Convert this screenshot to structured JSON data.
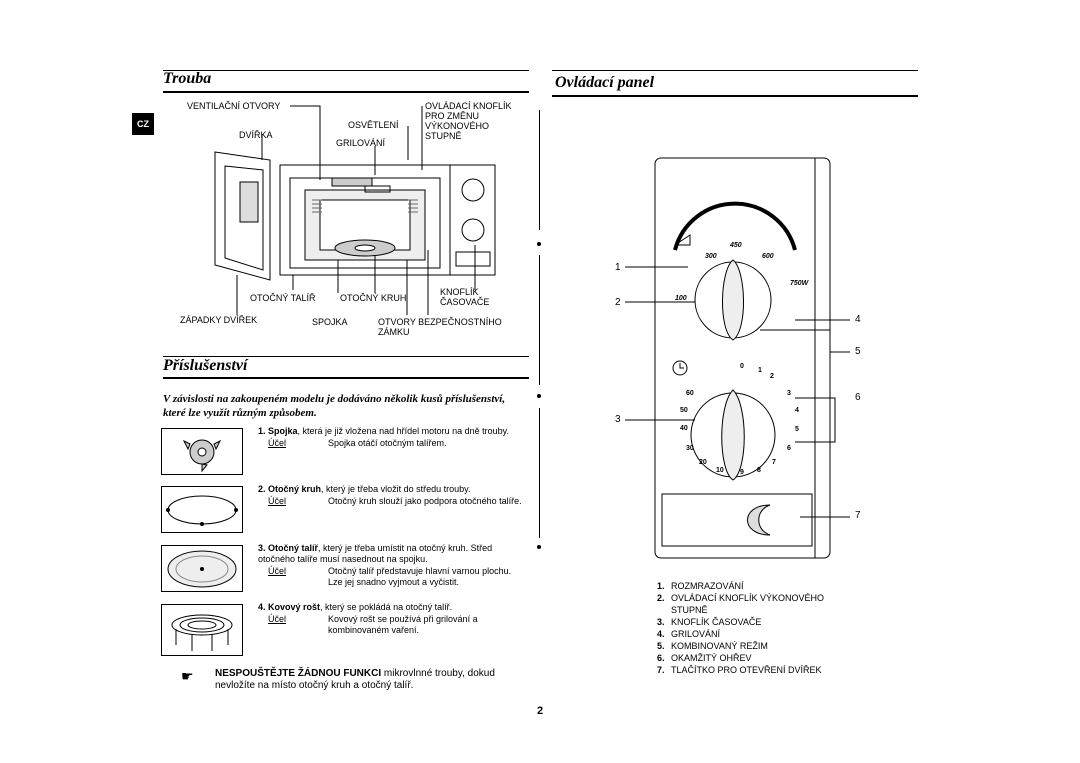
{
  "sections": {
    "oven_title": "Trouba",
    "panel_title": "Ovládací panel",
    "accessories_title": "Příslušenství"
  },
  "language_tab": "CZ",
  "oven_labels": {
    "vents": "VENTILAČNÍ OTVORY",
    "light": "OSVĚTLENÍ",
    "power_knob": "OVLÁDACÍ KNOFLÍK PRO ZMĚNU VÝKONOVÉHO STUPNĚ",
    "door": "DVÍŘKA",
    "grill": "GRILOVÁNÍ",
    "turntable": "OTOČNÝ TALÍŘ",
    "roller_ring": "OTOČNÝ KRUH",
    "timer_knob": "KNOFLÍK ČASOVAČE",
    "door_latches": "ZÁPADKY DVÍŘEK",
    "coupler": "SPOJKA",
    "safety_holes": "OTVORY BEZPEČNOSTNÍHO ZÁMKU"
  },
  "accessories": {
    "intro": "V závislosti na zakoupeném modelu je dodáváno několik kusů příslušenství, které lze využít různým způsobem.",
    "purpose_label": "Účel",
    "items": [
      {
        "num": "1.",
        "name": "Spojka",
        "desc": ", která je již vložena nad hřídel motoru na dně trouby.",
        "purpose": "Spojka otáčí otočným talířem."
      },
      {
        "num": "2.",
        "name": "Otočný kruh",
        "desc": ", který je třeba vložit do středu trouby.",
        "purpose": "Otočný kruh slouží jako podpora otočného talíře."
      },
      {
        "num": "3.",
        "name": "Otočný talíř",
        "desc": ", který je třeba umístit na otočný kruh. Střed otočného talíře musí nasednout na spojku.",
        "purpose": "Otočný talíř představuje hlavní varnou plochu. Lze jej snadno vyjmout a vyčistit."
      },
      {
        "num": "4.",
        "name": "Kovový rošt",
        "desc": ", který se pokládá na otočný talíř.",
        "purpose": "Kovový rošt se používá při grilování a kombinovaném vaření."
      }
    ],
    "note_bold": "NESPOUŠTĚJTE ŽÁDNOU FUNKCI",
    "note_rest": " mikrovlnné trouby, dokud nevložíte na místo otočný kruh a otočný talíř."
  },
  "panel": {
    "power_scale": [
      "450",
      "300",
      "600",
      "750W",
      "100"
    ],
    "timer_scale": [
      "0",
      "1",
      "2",
      "3",
      "4",
      "5",
      "6",
      "7",
      "8",
      "9",
      "10",
      "20",
      "30",
      "40",
      "50",
      "60"
    ],
    "callouts": [
      "1",
      "2",
      "3",
      "4",
      "5",
      "6",
      "7"
    ],
    "legend": [
      {
        "n": "1.",
        "t": "ROZMRAZOVÁNÍ"
      },
      {
        "n": "2.",
        "t": "OVLÁDACÍ KNOFLÍK VÝKONOVÉHO STUPNĚ"
      },
      {
        "n": "3.",
        "t": "KNOFLÍK ČASOVAČE"
      },
      {
        "n": "4.",
        "t": "GRILOVÁNÍ"
      },
      {
        "n": "5.",
        "t": "KOMBINOVANÝ REŽIM"
      },
      {
        "n": "6.",
        "t": "OKAMŽITÝ OHŘEV"
      },
      {
        "n": "7.",
        "t": "TLAČÍTKO PRO OTEVŘENÍ DVÍŘEK"
      }
    ]
  },
  "page_number": "2"
}
